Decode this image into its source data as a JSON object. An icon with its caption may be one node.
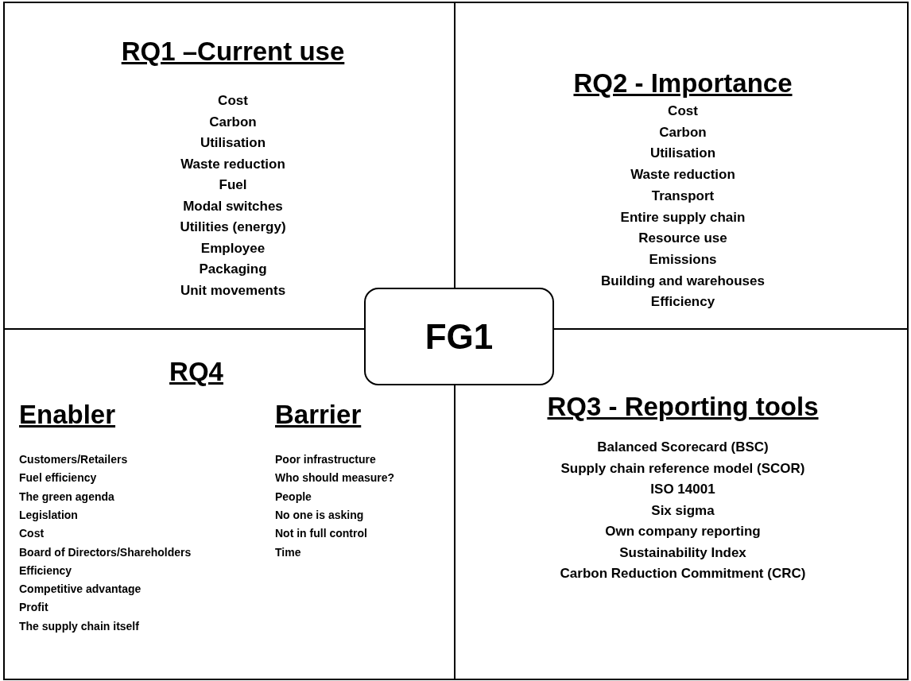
{
  "diagram": {
    "nodes": [
      {
        "text": [
          "RQ1 –Current use",
          "Cost",
          "Carbon",
          "Utilisation",
          "Waste reduction",
          "Fuel",
          "Modal switches",
          "Utilities (energy)",
          "Employee",
          "Packaging",
          "Unit movements"
        ]
      },
      {
        "text": [
          "RQ2 - Importance",
          "Cost",
          "Carbon",
          "Utilisation",
          "Waste reduction",
          "Transport",
          "Entire supply chain",
          "Resource use",
          "Emissions",
          "Building and warehouses",
          "Efficiency"
        ]
      },
      {
        "text": [
          "FG1"
        ]
      },
      {
        "text": [
          "RQ4",
          "Enabler",
          "Customers/Retailers",
          "Fuel efficiency",
          "The green agenda",
          "Legislation",
          "Cost",
          "Board of Directors/Shareholders",
          "Efficiency",
          "Competitive advantage",
          "Profit",
          "The supply chain itself",
          "Barrier",
          "Poor infrastructure",
          "Who should measure?",
          "People",
          "No one is asking",
          "Not in full control",
          "Time"
        ]
      },
      {
        "text": [
          "RQ3 - Reporting tools",
          "Balanced Scorecard (BSC)",
          "Supply chain reference model (SCOR)",
          "ISO 14001",
          "Six sigma",
          "Own company reporting",
          "Sustainability Index",
          "Carbon Reduction Commitment (CRC)"
        ]
      }
    ],
    "edges": []
  }
}
